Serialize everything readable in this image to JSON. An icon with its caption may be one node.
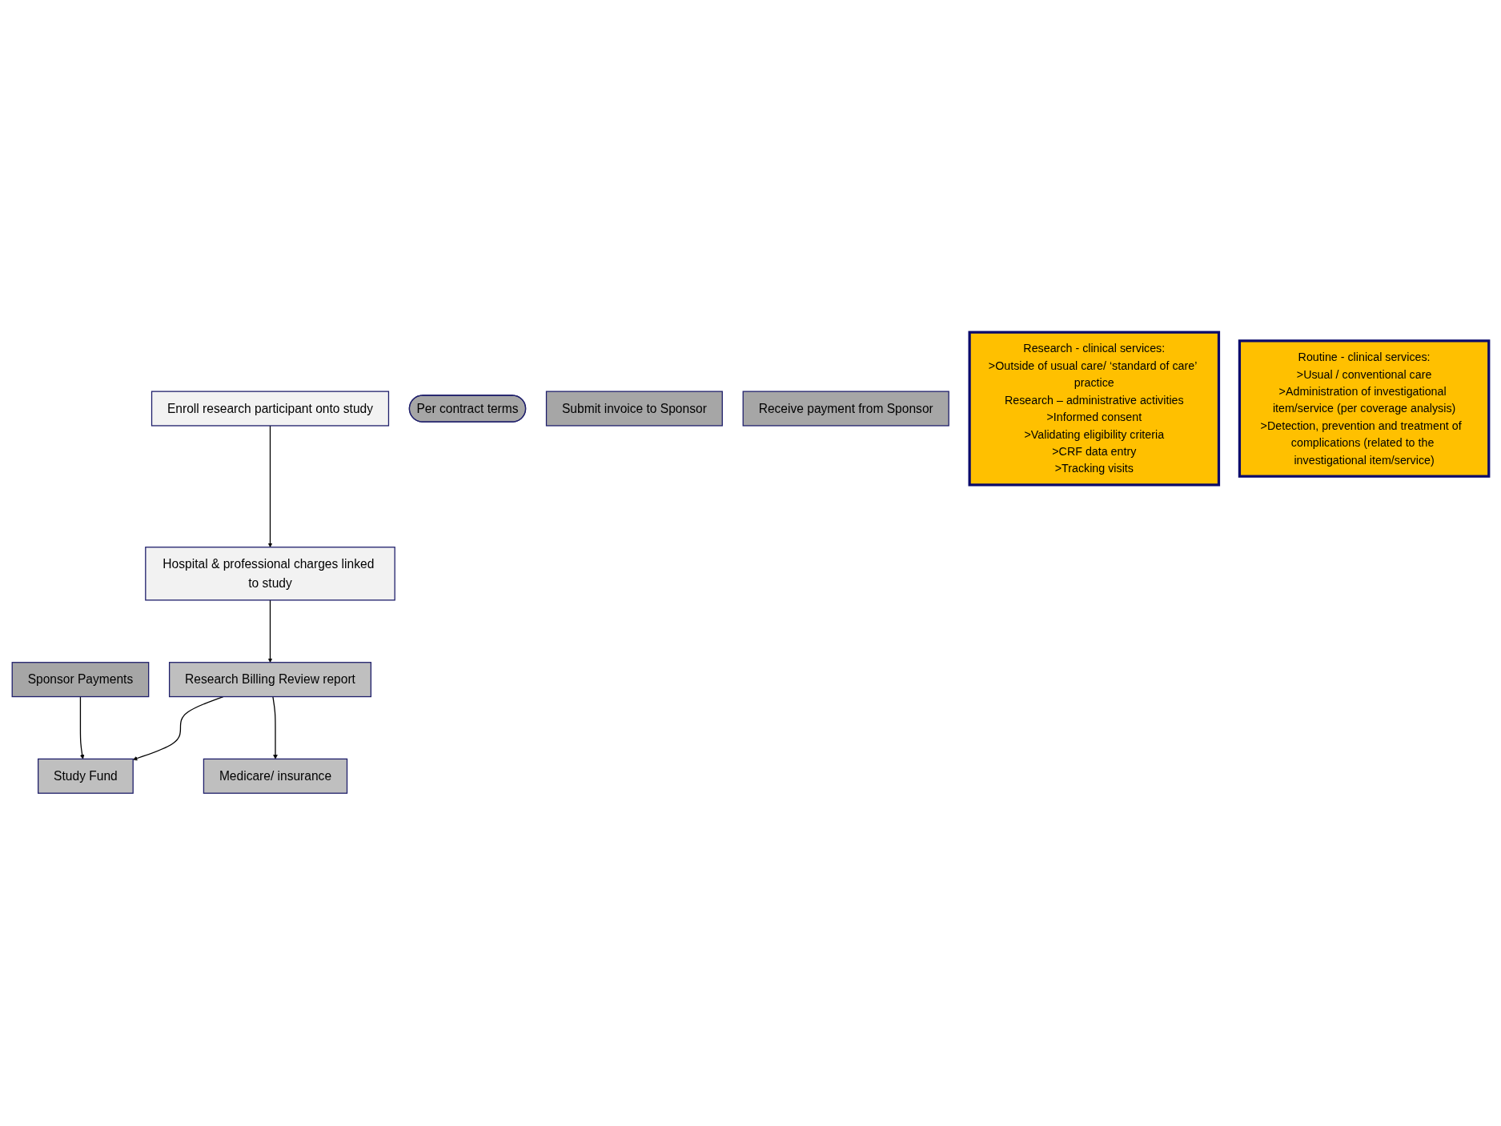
{
  "diagram": {
    "nodes": [
      {
        "text": [
          "Enroll research participant onto study"
        ]
      },
      {
        "text": [
          "Hospital & professional charges linked to study"
        ]
      },
      {
        "text": [
          "Per contract terms"
        ]
      },
      {
        "text": [
          "Research Billing Review report"
        ]
      },
      {
        "text": [
          "Submit invoice to Sponsor"
        ]
      },
      {
        "text": [
          "Sponsor Payments"
        ]
      },
      {
        "text": [
          "Receive payment from Sponsor"
        ]
      },
      {
        "text": [
          "Study Fund"
        ]
      },
      {
        "text": [
          "Medicare/ insurance"
        ]
      },
      {
        "text": [
          "Research - clinical services:",
          ">Outside of usual care/ ‘standard of care’ practice",
          "Research – administrative activities",
          ">Informed consent",
          ">Validating eligibility criteria",
          ">CRF data entry",
          ">Tracking visits"
        ]
      },
      {
        "text": [
          "Routine - clinical services:",
          ">Usual / conventional care",
          ">Administration of investigational item/service (per coverage analysis)",
          ">Detection, prevention and treatment of  complications (related to the investigational item/service)"
        ]
      }
    ],
    "edges": [
      {
        "from": 0,
        "to": 1,
        "arrow": "to"
      },
      {
        "from": 1,
        "to": 3,
        "arrow": "to"
      },
      {
        "from": 3,
        "to": 7,
        "arrow": "to"
      },
      {
        "from": 3,
        "to": 8,
        "arrow": "to"
      },
      {
        "from": 5,
        "to": 7,
        "arrow": "to"
      }
    ]
  }
}
